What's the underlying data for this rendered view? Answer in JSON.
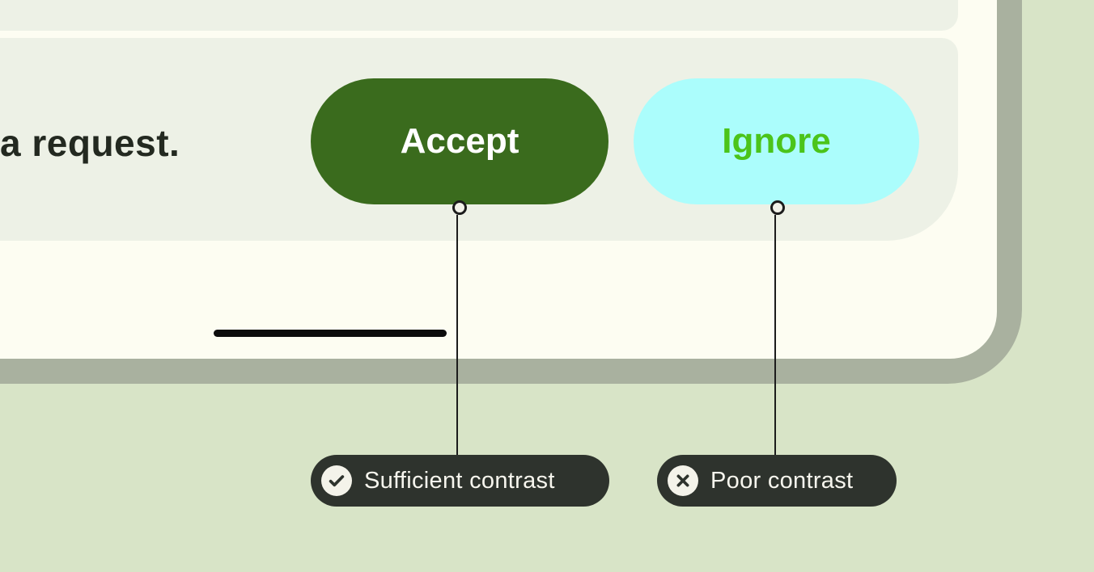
{
  "illustration": {
    "description_fragment": "a request.",
    "buttons": [
      {
        "label": "Accept",
        "style": "filled-green",
        "text_color": "#ffffff",
        "bg_color": "#3a6b1d"
      },
      {
        "label": "Ignore",
        "style": "cyan-low-contrast",
        "text_color": "#4bc41a",
        "bg_color": "#abfdfc"
      }
    ]
  },
  "annotations": [
    {
      "icon": "check-circle-icon",
      "label": "Sufficient contrast"
    },
    {
      "icon": "x-circle-icon",
      "label": "Poor contrast"
    }
  ],
  "colors": {
    "page_background": "#d8e4c7",
    "device_frame": "#a9b19f",
    "device_screen": "#fdfdf2",
    "card_background": "#edf1e6",
    "message_text": "#232920",
    "annotation_pill_background": "#2e332d",
    "annotation_pill_text": "#f7f6ee",
    "annotation_icon_background": "#f4f3ea",
    "connector": "#1c1c1c",
    "home_indicator": "#0c0c0c"
  }
}
